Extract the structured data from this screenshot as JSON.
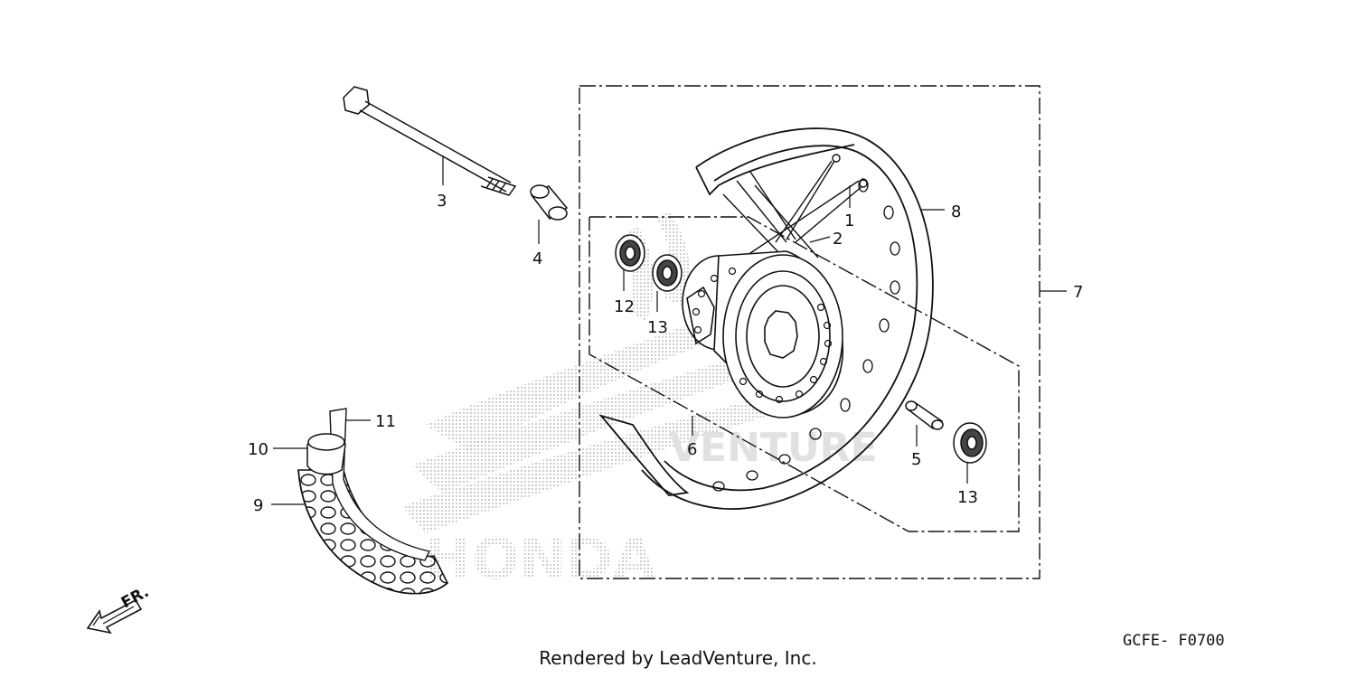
{
  "diagram": {
    "drawing_code": "GCFE- F0700",
    "watermark_brand": "HONDA",
    "watermark_dealer": "VENTURE",
    "direction_label": "FR.",
    "rendered_by": "Rendered by LeadVenture, Inc."
  },
  "callouts": [
    {
      "id": "1",
      "text": "1"
    },
    {
      "id": "2",
      "text": "2"
    },
    {
      "id": "3",
      "text": "3"
    },
    {
      "id": "4",
      "text": "4"
    },
    {
      "id": "5",
      "text": "5"
    },
    {
      "id": "6",
      "text": "6"
    },
    {
      "id": "7",
      "text": "7"
    },
    {
      "id": "8",
      "text": "8"
    },
    {
      "id": "9",
      "text": "9"
    },
    {
      "id": "10",
      "text": "10"
    },
    {
      "id": "11",
      "text": "11"
    },
    {
      "id": "12",
      "text": "12"
    },
    {
      "id": "13a",
      "text": "13"
    },
    {
      "id": "13b",
      "text": "13"
    }
  ],
  "colors": {
    "line": "#111111",
    "watermark": "#c8c8c8"
  }
}
